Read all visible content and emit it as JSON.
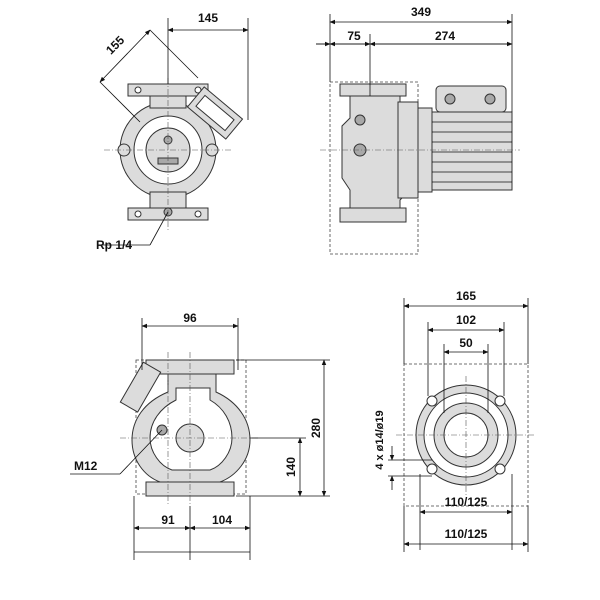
{
  "views": {
    "top_left": {
      "dim_width": "145",
      "dim_diag": "155",
      "label_port": "Rp 1/4"
    },
    "top_right": {
      "dim_total": "349",
      "dim_left": "75",
      "dim_right": "274"
    },
    "bottom_left": {
      "dim_top": "96",
      "dim_height": "280",
      "dim_half": "140",
      "dim_bottom_left": "91",
      "dim_bottom_right": "104",
      "label_thread": "M12"
    },
    "bottom_right": {
      "dim_outer": "165",
      "dim_mid": "102",
      "dim_inner": "50",
      "dim_holes": "4 x ø14/ø19",
      "dim_pcd_1": "110/125",
      "dim_pcd_2": "110/125"
    }
  }
}
